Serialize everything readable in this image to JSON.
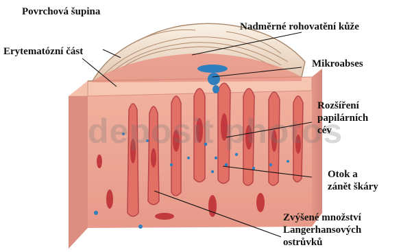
{
  "labels": {
    "surface_scale": "Povrchová šupina",
    "erythematous_part": "Erytematózní část",
    "hyperkeratosis": "Nadměrné rohovatění kůže",
    "microabscess": "Mikroabses",
    "capillary_dilation": [
      "Rozšíření",
      "papilárních",
      "cév"
    ],
    "edema_inflammation": [
      "Otok a",
      "zánět škáry"
    ],
    "langerhans_increase": [
      "Zvýšené množství",
      "Langerhansových",
      "ostrůvků"
    ]
  },
  "watermark": "deposit photos",
  "colors": {
    "scale": "#f1e6d2",
    "epidermis": "#f3b7a2",
    "dermis": "#eda292",
    "dermis_dark": "#d8887a",
    "papilla": "#e37065",
    "vessel": "#c23a3e",
    "microabscess": "#2f7fbf",
    "label": "#111111"
  }
}
